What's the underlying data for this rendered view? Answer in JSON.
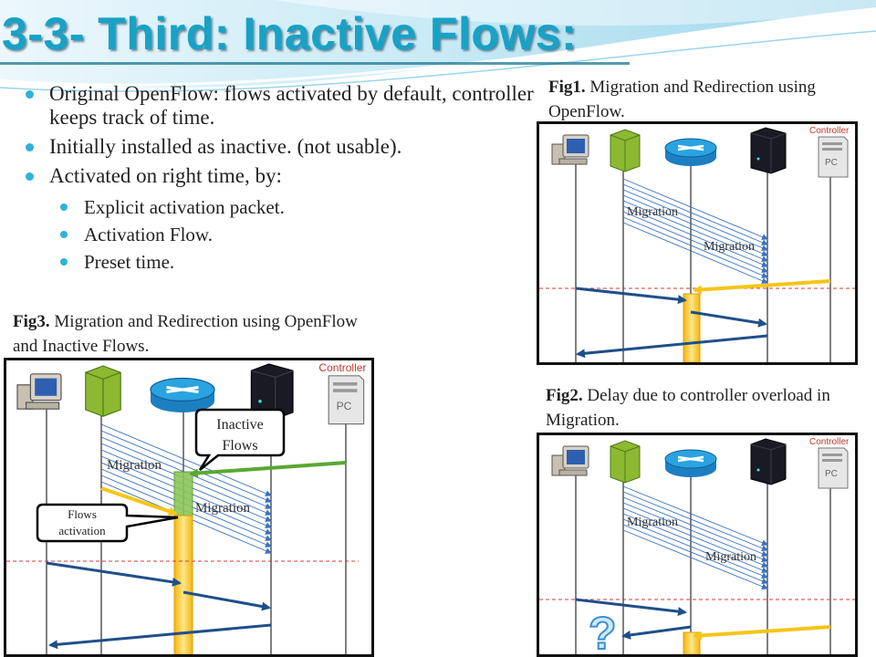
{
  "title": "3-3- Third: Inactive Flows:",
  "bullets": [
    {
      "text": "Original OpenFlow: flows activated by default, controller keeps track of time."
    },
    {
      "text": "Initially installed as inactive. (not usable)."
    },
    {
      "text": "Activated on right time, by:",
      "subitems": [
        "Explicit activation packet.",
        "Activation Flow.",
        "Preset time."
      ]
    }
  ],
  "figures": [
    {
      "id": "fig1",
      "caption_label": "Fig1.",
      "caption_text": "Migration and Redirection using OpenFlow.",
      "controller_label": "Controller",
      "pc_label": "PC",
      "labels": {
        "migration_1": "Migration",
        "migration_2": "Migration"
      }
    },
    {
      "id": "fig2",
      "caption_label": "Fig2.",
      "caption_text": "Delay due to controller overload in Migration.",
      "controller_label": "Controller",
      "pc_label": "PC",
      "labels": {
        "migration_1": "Migration",
        "migration_2": "Migration",
        "question": "?"
      }
    },
    {
      "id": "fig3",
      "caption_label": "Fig3.",
      "caption_text": "Migration and Redirection using OpenFlow and Inactive Flows.",
      "controller_label": "Controller",
      "pc_label": "PC",
      "labels": {
        "migration_1": "Migration",
        "migration_2": "Migration",
        "inactive_flows": [
          "Inactive",
          "Flows"
        ],
        "flows_activation": [
          "Flows",
          "activation"
        ]
      }
    }
  ],
  "colors": {
    "title": "#17a2c6",
    "arrow_blue": "#1f4f8a",
    "arrow_yellow": "#f5c518",
    "arrow_green": "#5aa832",
    "dashed_red": "#d63b3b",
    "bullet": "#2fb2d8"
  }
}
